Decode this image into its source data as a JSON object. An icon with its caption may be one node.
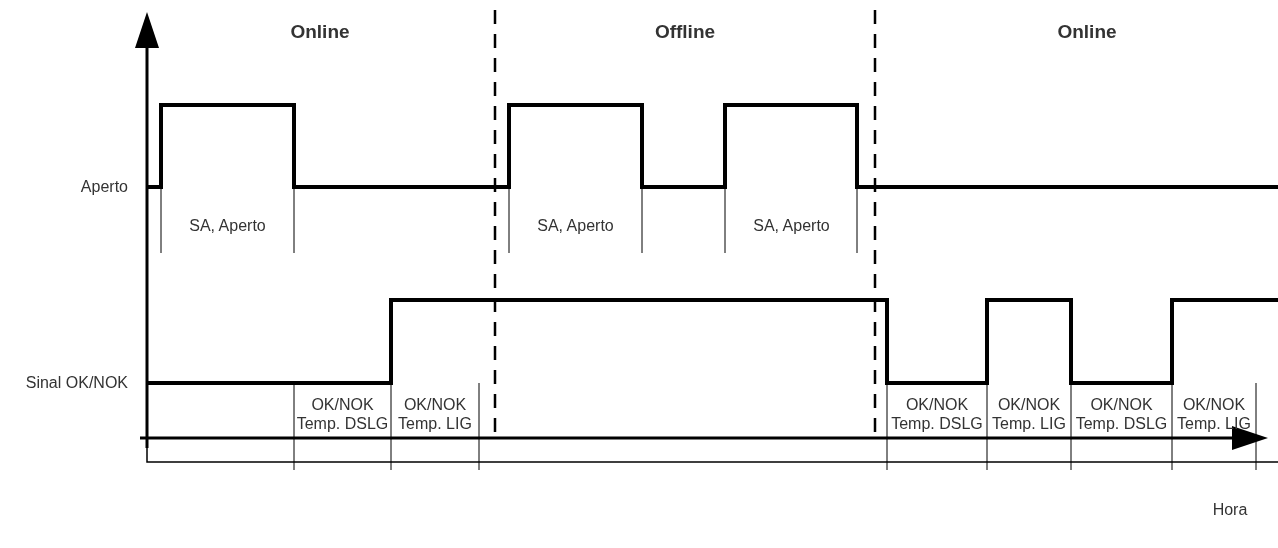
{
  "diagram": {
    "labels": [
      "Online",
      "Offline",
      "Online",
      "Aperto",
      "SA, Aperto",
      "SA, Aperto",
      "SA, Aperto",
      "Sinal OK/NOK",
      "OK/NOK Temp. DSLG",
      "OK/NOK Temp. LIG",
      "OK/NOK Temp. DSLG",
      "OK/NOK Temp. LIG",
      "OK/NOK Temp. DSLG",
      "OK/NOK Temp. LIG",
      "Hora"
    ]
  }
}
